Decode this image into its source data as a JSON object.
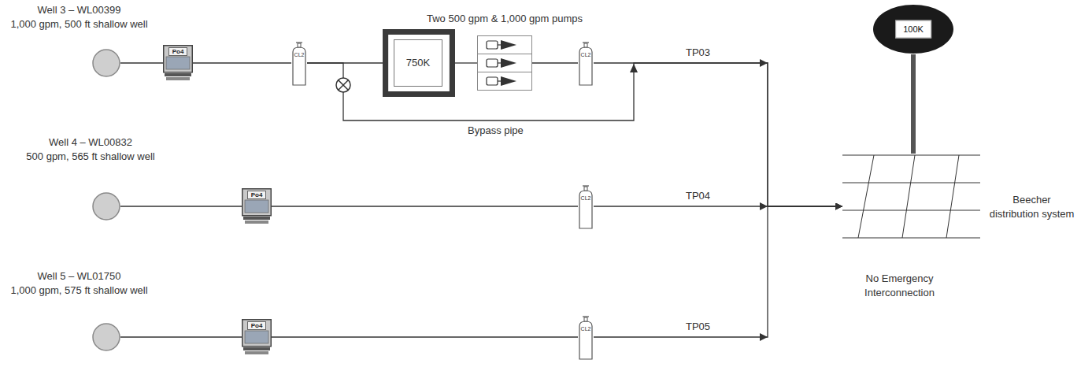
{
  "diagram": {
    "nodes": [
      {
        "text": [
          "Well 3 – WL00399",
          "1,000 gpm, 500 ft shallow well"
        ]
      },
      {
        "text": [
          "Po4"
        ]
      },
      {
        "text": [
          "CL2"
        ]
      },
      {
        "text": [
          "750K"
        ]
      },
      {
        "text": [
          "Two 500 gpm & 1,000 gpm pumps"
        ]
      },
      {
        "text": [
          "CL2"
        ]
      },
      {
        "text": [
          "Well 4 – WL00832",
          "500 gpm, 565 ft shallow well"
        ]
      },
      {
        "text": [
          "Po4"
        ]
      },
      {
        "text": [
          "CL2"
        ]
      },
      {
        "text": [
          "Well 5 – WL01750",
          "1,000 gpm, 575 ft shallow well"
        ]
      },
      {
        "text": [
          "Po4"
        ]
      },
      {
        "text": [
          "CL2"
        ]
      },
      {
        "text": [
          "100K"
        ]
      },
      {
        "text": [
          "Beecher distribution system",
          "No Emergency Interconnection"
        ]
      }
    ],
    "edges": [
      {
        "from": 0,
        "to": 1,
        "arrow": "none"
      },
      {
        "from": 1,
        "to": 2,
        "arrow": "none"
      },
      {
        "from": 2,
        "to": 3,
        "arrow": "none"
      },
      {
        "from": 3,
        "to": 4,
        "arrow": "none"
      },
      {
        "from": 4,
        "to": 5,
        "arrow": "none"
      },
      {
        "from": 5,
        "to": 13,
        "label": "TP03",
        "arrow": "to"
      },
      {
        "from": 2,
        "to": 13,
        "label": "Bypass pipe",
        "arrow": "to"
      },
      {
        "from": 6,
        "to": 7,
        "arrow": "none"
      },
      {
        "from": 7,
        "to": 8,
        "arrow": "none"
      },
      {
        "from": 8,
        "to": 13,
        "label": "TP04",
        "arrow": "to"
      },
      {
        "from": 9,
        "to": 10,
        "arrow": "none"
      },
      {
        "from": 10,
        "to": 11,
        "arrow": "none"
      },
      {
        "from": 11,
        "to": 13,
        "label": "TP05",
        "arrow": "to"
      },
      {
        "from": 12,
        "to": 13,
        "arrow": "none"
      }
    ]
  }
}
